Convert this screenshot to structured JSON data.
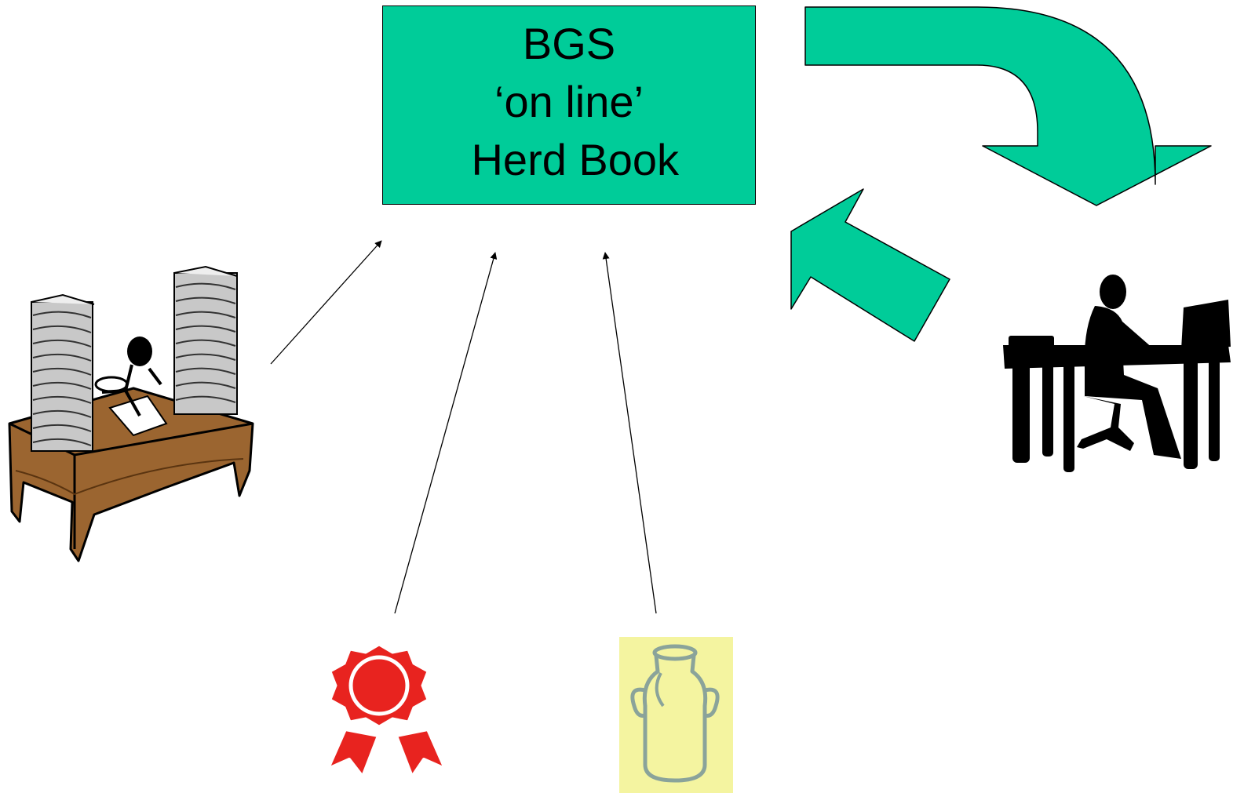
{
  "herd_book": {
    "line1": "BGS",
    "line2": "‘on line’",
    "line3": " Herd Book"
  },
  "colors": {
    "box_fill": "#00cc99",
    "big_arrow_fill": "#00cc99",
    "desk_wood": "#9b6530",
    "rosette_red": "#e8231f",
    "churn_background": "#f4f4a0",
    "churn_outline": "#8aa39a"
  },
  "icons": {
    "office_desk": "clerk-desk-paper-stacks-icon",
    "computer_user": "computer-user-silhouette-icon",
    "rosette": "show-rosette-icon",
    "milk_churn": "milk-churn-icon"
  }
}
